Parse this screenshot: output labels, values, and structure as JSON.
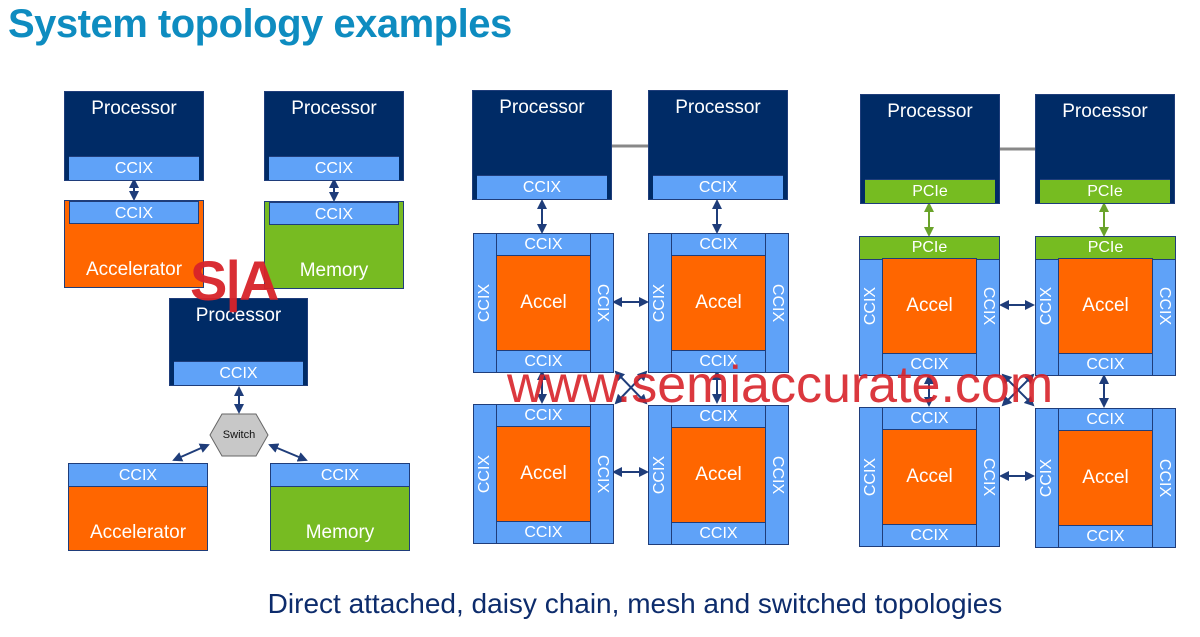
{
  "title": "System topology examples",
  "caption": "Direct attached, daisy chain, mesh and switched topologies",
  "colors": {
    "title": "#0e8cc0",
    "processor": "#002b66",
    "ccix": "#5fa2f8",
    "pcie": "#76bc21",
    "accelerator": "#ff6600",
    "memory": "#77bb22",
    "switch": "#c8c8c8",
    "arrow": "#1f3d7a",
    "arrow_pcie": "#6aa32a",
    "watermark": "#d8232a"
  },
  "watermarks": {
    "logo": "S|A",
    "url": "www.semiaccurate.com"
  },
  "left": {
    "proc1": {
      "label": "Processor",
      "port": "CCIX"
    },
    "proc2": {
      "label": "Processor",
      "port": "CCIX"
    },
    "accel1": {
      "label": "Accelerator",
      "port": "CCIX"
    },
    "mem1": {
      "label": "Memory",
      "port": "CCIX"
    },
    "proc3": {
      "label": "Processor",
      "port": "CCIX"
    },
    "switch": {
      "label": "Switch"
    },
    "accel2": {
      "label": "Accelerator",
      "port": "CCIX"
    },
    "mem2": {
      "label": "Memory",
      "port": "CCIX"
    }
  },
  "middle": {
    "proc1": {
      "label": "Processor",
      "port": "CCIX"
    },
    "proc2": {
      "label": "Processor",
      "port": "CCIX"
    },
    "nodes": [
      {
        "core": "Accel",
        "top": "CCIX",
        "bottom": "CCIX",
        "left": "CCIX",
        "right": "CCIX"
      },
      {
        "core": "Accel",
        "top": "CCIX",
        "bottom": "CCIX",
        "left": "CCIX",
        "right": "CCIX"
      },
      {
        "core": "Accel",
        "top": "CCIX",
        "bottom": "CCIX",
        "left": "CCIX",
        "right": "CCIX"
      },
      {
        "core": "Accel",
        "top": "CCIX",
        "bottom": "CCIX",
        "left": "CCIX",
        "right": "CCIX"
      }
    ]
  },
  "right": {
    "proc1": {
      "label": "Processor",
      "port": "PCIe"
    },
    "proc2": {
      "label": "Processor",
      "port": "PCIe"
    },
    "nodes": [
      {
        "core": "Accel",
        "top": "PCIe",
        "bottom": "CCIX",
        "left": "CCIX",
        "right": "CCIX"
      },
      {
        "core": "Accel",
        "top": "PCIe",
        "bottom": "CCIX",
        "left": "CCIX",
        "right": "CCIX"
      },
      {
        "core": "Accel",
        "top": "CCIX",
        "bottom": "CCIX",
        "left": "CCIX",
        "right": "CCIX"
      },
      {
        "core": "Accel",
        "top": "CCIX",
        "bottom": "CCIX",
        "left": "CCIX",
        "right": "CCIX"
      }
    ]
  }
}
